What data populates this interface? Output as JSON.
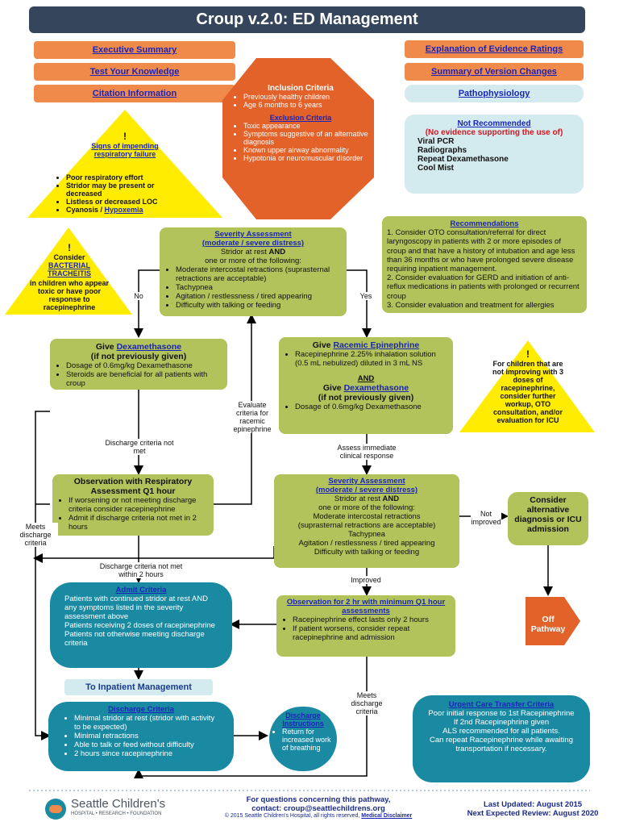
{
  "header": {
    "title": "Croup v.2.0: ED Management"
  },
  "left_links": [
    "Executive Summary",
    "Test Your Knowledge",
    "Citation Information"
  ],
  "right_links": [
    "Explanation of Evidence Ratings",
    "Summary of Version Changes",
    "Pathophysiology"
  ],
  "inclusion": {
    "title": "Inclusion Criteria",
    "items": [
      "Previously healthy children",
      "Age 6 months to 6 years"
    ],
    "excl_title": "Exclusion Criteria",
    "excl_items": [
      "Toxic appearance",
      "Symptoms suggestive of an alternative diagnosis",
      "Known upper airway abnormality",
      "Hypotonia or neuromuscular disorder"
    ]
  },
  "not_recommended": {
    "title": "Not Recommended",
    "subtitle": "(No evidence supporting the use of)",
    "items": [
      "Viral PCR",
      "Radiographs",
      "Repeat Dexamethasone",
      "Cool Mist"
    ]
  },
  "warning_resp": {
    "mark": "!",
    "title": "Signs of impending respiratory failure",
    "items": [
      "Poor respiratory effort",
      "Stridor may be present or decreased",
      "Listless or decreased LOC"
    ],
    "cyanosis": "Cyanosis / ",
    "hypoxemia": "Hypoxemia"
  },
  "warning_bact": {
    "mark": "!",
    "consider": "Consider",
    "link": "BACTERIAL TRACHEITIS",
    "text": "in children who appear toxic or have poor response to racepinephrine"
  },
  "warning_icu": {
    "mark": "!",
    "text": "For children that are not improving with 3 doses of racepinephrine, consider further workup, OTO consultation, and/or evaluation for ICU"
  },
  "recommendations": {
    "title": "Recommendations",
    "items": [
      "1. Consider OTO consultation/referral for direct laryngoscopy in patients with 2 or more episodes of croup and that have a history of intubation and age less than 36 months or who have prolonged severe disease requiring inpatient management.",
      "2. Consider evaluation for GERD and initiation of anti-reflux medications in patients with prolonged or recurrent croup",
      "3. Consider evaluation and treatment for allergies"
    ]
  },
  "severity1": {
    "title": "Severity Assessment",
    "subtitle": "(moderate / severe distress)",
    "line1": "Stridor at rest",
    "and": "AND",
    "line2": "one or more of the following:",
    "items": [
      "Moderate intercostal retractions (suprasternal retractions are acceptable)",
      "Tachypnea",
      "Agitation / restlessness / tired appearing",
      "Difficulty with talking or feeding"
    ]
  },
  "dexa": {
    "give": "Give ",
    "link": "Dexamethasone",
    "sub": "(if not previously given)",
    "items": [
      "Dosage of 0.6mg/kg Dexamethasone",
      "Steroids are beneficial for all patients with croup"
    ]
  },
  "racemic": {
    "give": "Give ",
    "link": "Racemic Epinephrine",
    "items": [
      "Racepinephrine 2.25% inhalation solution (0.5 mL nebulized) diluted in 3 mL NS"
    ],
    "and": "AND",
    "give2": "Give ",
    "link2": "Dexamethasone",
    "sub2": "(if not previously given)",
    "items2": [
      "Dosage of 0.6mg/kg Dexamethasone"
    ]
  },
  "observation1": {
    "title": "Observation with Respiratory Assessment Q1 hour",
    "items": [
      "If worsening or not meeting discharge criteria consider racepinephrine",
      "Admit if discharge criteria not met in 2 hours"
    ]
  },
  "severity2": {
    "title": "Severity Assessment",
    "subtitle": "(moderate / severe distress)",
    "line1": "Stridor at rest",
    "and": "AND",
    "line2": "one or more of the following:",
    "lines": [
      "Moderate intercostal retractions",
      "(suprasternal retractions are acceptable)",
      "Tachypnea",
      "Agitation / restlessness / tired appearing",
      "Difficulty with talking or feeding"
    ]
  },
  "alt_dx": {
    "text": "Consider alternative diagnosis or ICU admission"
  },
  "off_pathway": {
    "text": "Off Pathway"
  },
  "admit": {
    "title": "Admit Criteria",
    "lines": [
      "Patients with continued stridor at rest AND any symptoms listed in the severity assessment above",
      "Patients receiving 2 doses of racepinephrine",
      "Patients not otherwise meeting discharge criteria"
    ]
  },
  "observation2": {
    "title": "Observation for 2 hr with minimum Q1 hour assessments",
    "items": [
      "Racepinephrine effect lasts only 2 hours",
      "If patient worsens, consider repeat racepinephrine and admission"
    ]
  },
  "inpatient": {
    "text": "To Inpatient Management"
  },
  "discharge": {
    "title": "Discharge Criteria",
    "items": [
      "Minimal stridor at rest (stridor with activity to be expected)",
      "Minimal retractions",
      "Able to talk or feed without difficulty",
      "2 hours since  racepinephrine"
    ]
  },
  "discharge_instr": {
    "title": "Discharge Instructions",
    "items": [
      "Return for increased work of breathing"
    ]
  },
  "urgent": {
    "title": "Urgent Care Transfer Criteria",
    "lines": [
      "Poor initial response to 1st Racepinephrine",
      "If  2nd Racepinephrine given",
      "ALS recommended for all patients.",
      "Can repeat Racepinephrine while awaiting transportation if necessary."
    ]
  },
  "labels": {
    "no": "No",
    "yes": "Yes",
    "evaluate": "Evaluate criteria for racemic epinephrine",
    "dc_not_met": "Discharge criteria not met",
    "meets_dc": "Meets discharge criteria",
    "dc_not_met_2": "Discharge criteria not met within 2 hours",
    "assess": "Assess immediate clinical response",
    "not_improved": "Not improved",
    "improved": "Improved",
    "meets_dc2": "Meets discharge criteria"
  },
  "footer": {
    "org_name": "Seattle Children's",
    "org_sub": "HOSPITAL • RESEARCH • FOUNDATION",
    "questions": "For questions concerning this pathway,",
    "contact": "contact: croup@seattlechildrens.org",
    "copyright": "© 2015  Seattle Children's Hospital, all rights reserved, ",
    "disclaimer": "Medical Disclaimer",
    "updated": "Last Updated: August 2015",
    "review": "Next Expected Review: August 2020"
  },
  "colors": {
    "title_bar": "#35465c",
    "orange": "#f08a4b",
    "green": "#b2c35b",
    "teal": "#1a8aa3",
    "octagon": "#e2622a",
    "yellow": "#ffec00"
  }
}
